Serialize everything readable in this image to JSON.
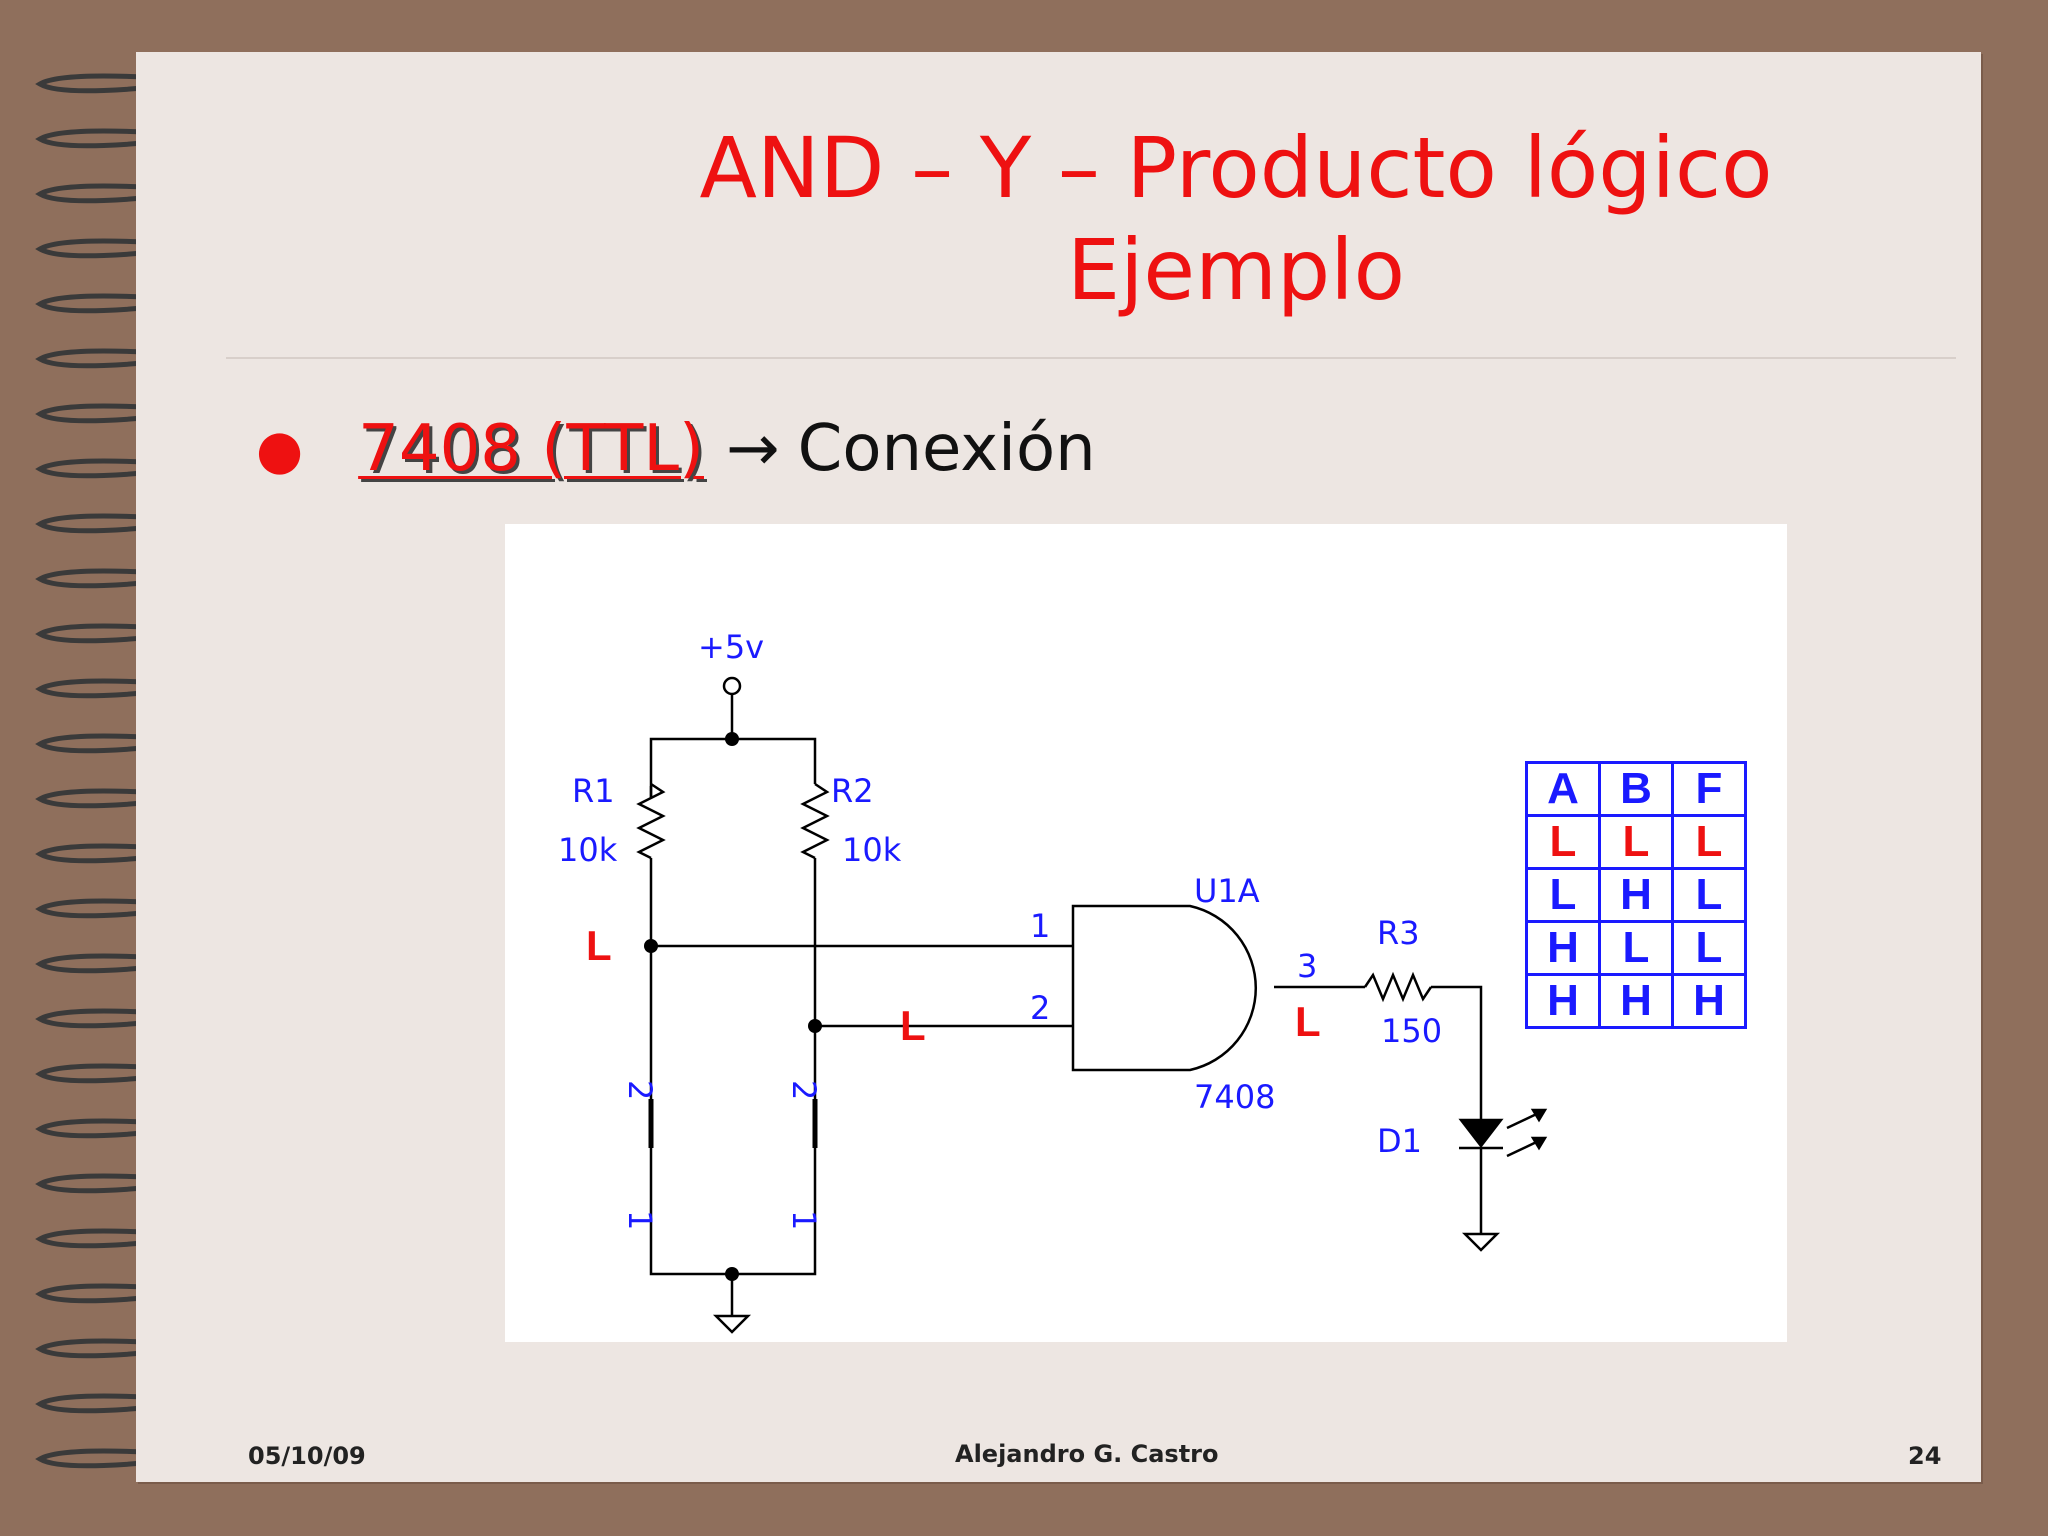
{
  "slide": {
    "title_line1": "AND – Y – Producto lógico",
    "title_line2": "Ejemplo",
    "bullet": {
      "chip": "7408 (TTL)",
      "arrow": "→",
      "text": "Conexión"
    },
    "footer": {
      "date": "05/10/09",
      "author": "Alejandro G. Castro",
      "page": "24"
    }
  },
  "circuit": {
    "supply": "+5v",
    "r1_name": "R1",
    "r1_value": "10k",
    "r2_name": "R2",
    "r2_value": "10k",
    "gate_name": "U1A",
    "gate_part": "7408",
    "pin1": "1",
    "pin2": "2",
    "pin3": "3",
    "r3_name": "R3",
    "r3_value": "150",
    "led_name": "D1",
    "sw_pin_top": "2",
    "sw_pin_bottom": "1",
    "level_a": "L",
    "level_b": "L",
    "level_out": "L"
  },
  "truth_table": {
    "headers": [
      "A",
      "B",
      "F"
    ],
    "rows": [
      [
        "L",
        "L",
        "L"
      ],
      [
        "L",
        "H",
        "L"
      ],
      [
        "H",
        "L",
        "L"
      ],
      [
        "H",
        "H",
        "H"
      ]
    ]
  },
  "colors": {
    "title": "#ee1111",
    "schematic": "#1a1aff",
    "level": "#ee1111",
    "background": "#8f6f5c",
    "slide": "#ede6e2"
  }
}
